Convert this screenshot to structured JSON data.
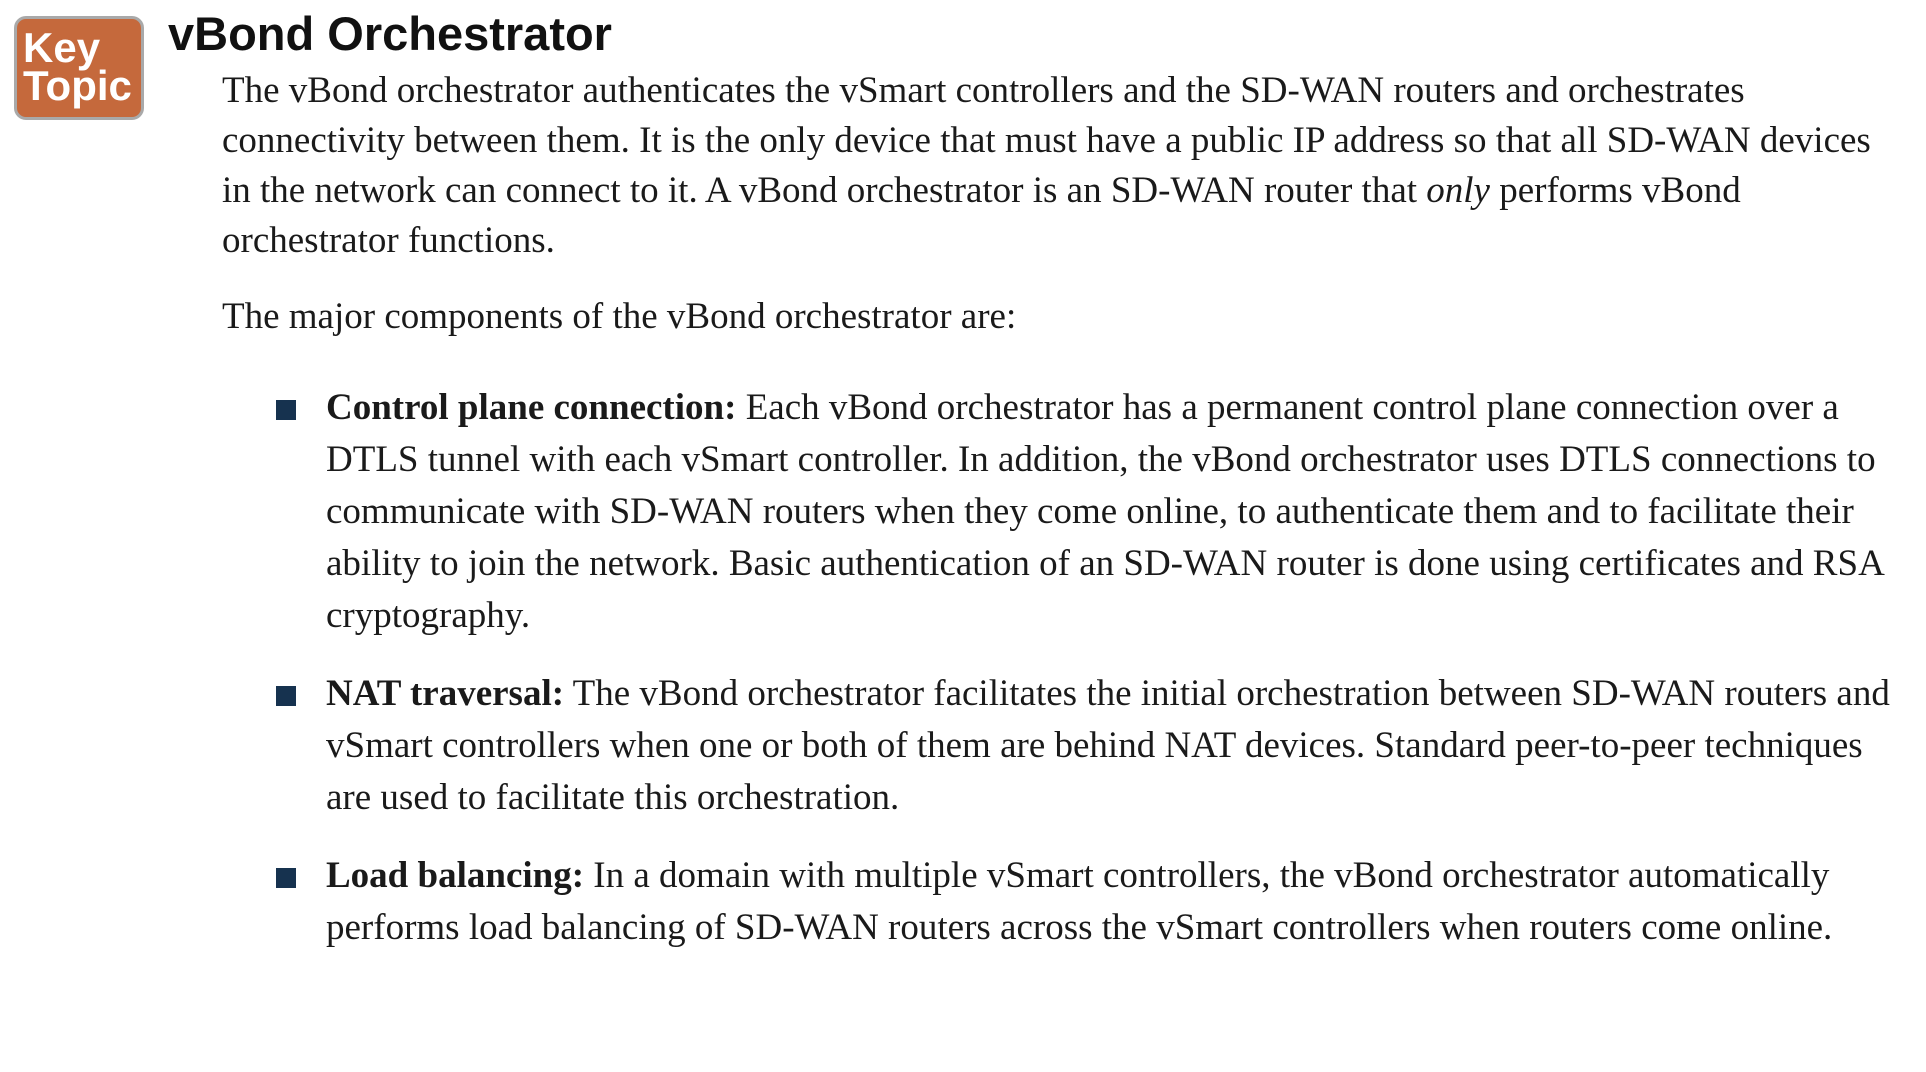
{
  "badge": {
    "line1": "Key",
    "line2": "Topic"
  },
  "heading": "vBond Orchestrator",
  "intro": {
    "before_italic": "The vBond orchestrator authenticates the vSmart controllers and the SD-WAN routers and orchestrates connectivity between them. It is the only device that must have a public IP address so that all SD-WAN devices in the network can connect to it. A vBond orchestrator is an SD-WAN router that ",
    "italic": "only",
    "after_italic": " performs vBond orchestrator functions."
  },
  "lead": "The major components of the vBond orchestrator are:",
  "bullets": [
    {
      "term": "Control plane connection:",
      "text": " Each vBond orchestrator has a permanent control plane connection over a DTLS tunnel with each vSmart controller. In addition, the vBond orchestrator uses DTLS connections to communicate with SD-WAN routers when they come online, to authenticate them and to facilitate their ability to join the network. Basic authentication of an SD-WAN router is done using certificates and RSA cryptography."
    },
    {
      "term": "NAT traversal:",
      "text": " The vBond orchestrator facilitates the initial orchestration between SD-WAN routers and vSmart controllers when one or both of them are behind NAT devices. Standard peer-to-peer techniques are used to facilitate this orchestration."
    },
    {
      "term": "Load balancing:",
      "text": " In a domain with multiple vSmart controllers, the vBond orchestrator automatically performs load balancing of SD-WAN routers across the vSmart controllers when routers come online."
    }
  ]
}
